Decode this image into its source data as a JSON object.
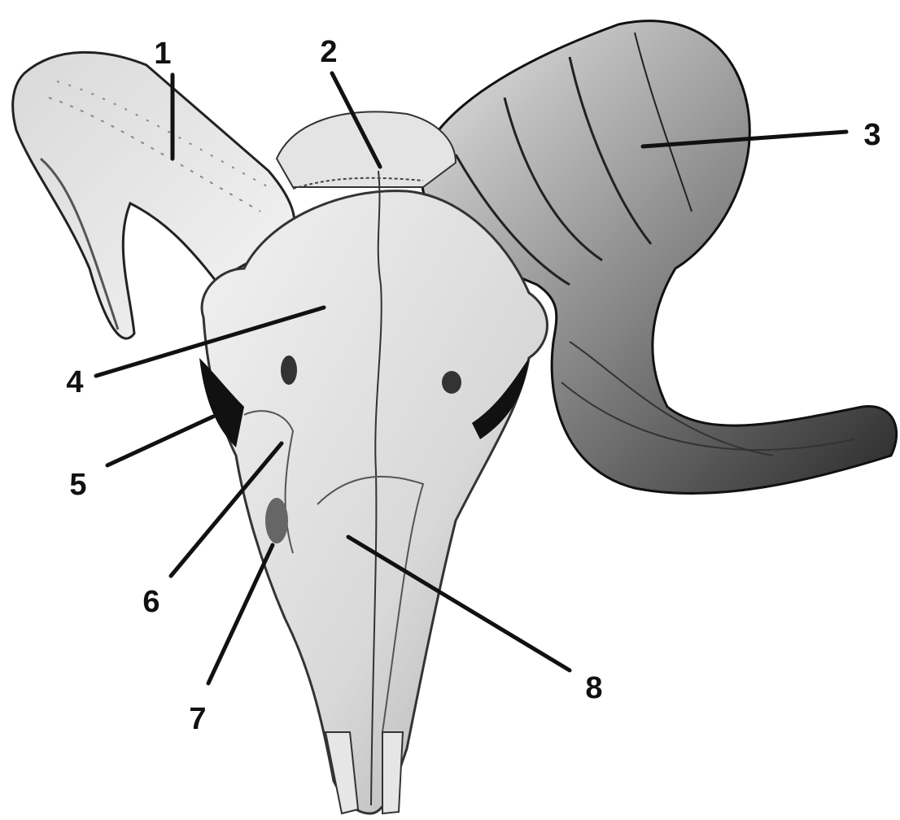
{
  "figure": {
    "subject": "ram-skull-dorsal-view",
    "colors": {
      "background": "#ffffff",
      "bone": "#dcdcdc",
      "bone_light": "#eeeeee",
      "bone_shadow": "#9a9a9a",
      "horn": "#cfcfcf",
      "horn_dark": "#3a3a3a",
      "ink": "#111111"
    },
    "callouts": [
      {
        "id": "1",
        "label": "1"
      },
      {
        "id": "2",
        "label": "2"
      },
      {
        "id": "3",
        "label": "3"
      },
      {
        "id": "4",
        "label": "4"
      },
      {
        "id": "5",
        "label": "5"
      },
      {
        "id": "6",
        "label": "6"
      },
      {
        "id": "7",
        "label": "7"
      },
      {
        "id": "8",
        "label": "8"
      }
    ]
  }
}
